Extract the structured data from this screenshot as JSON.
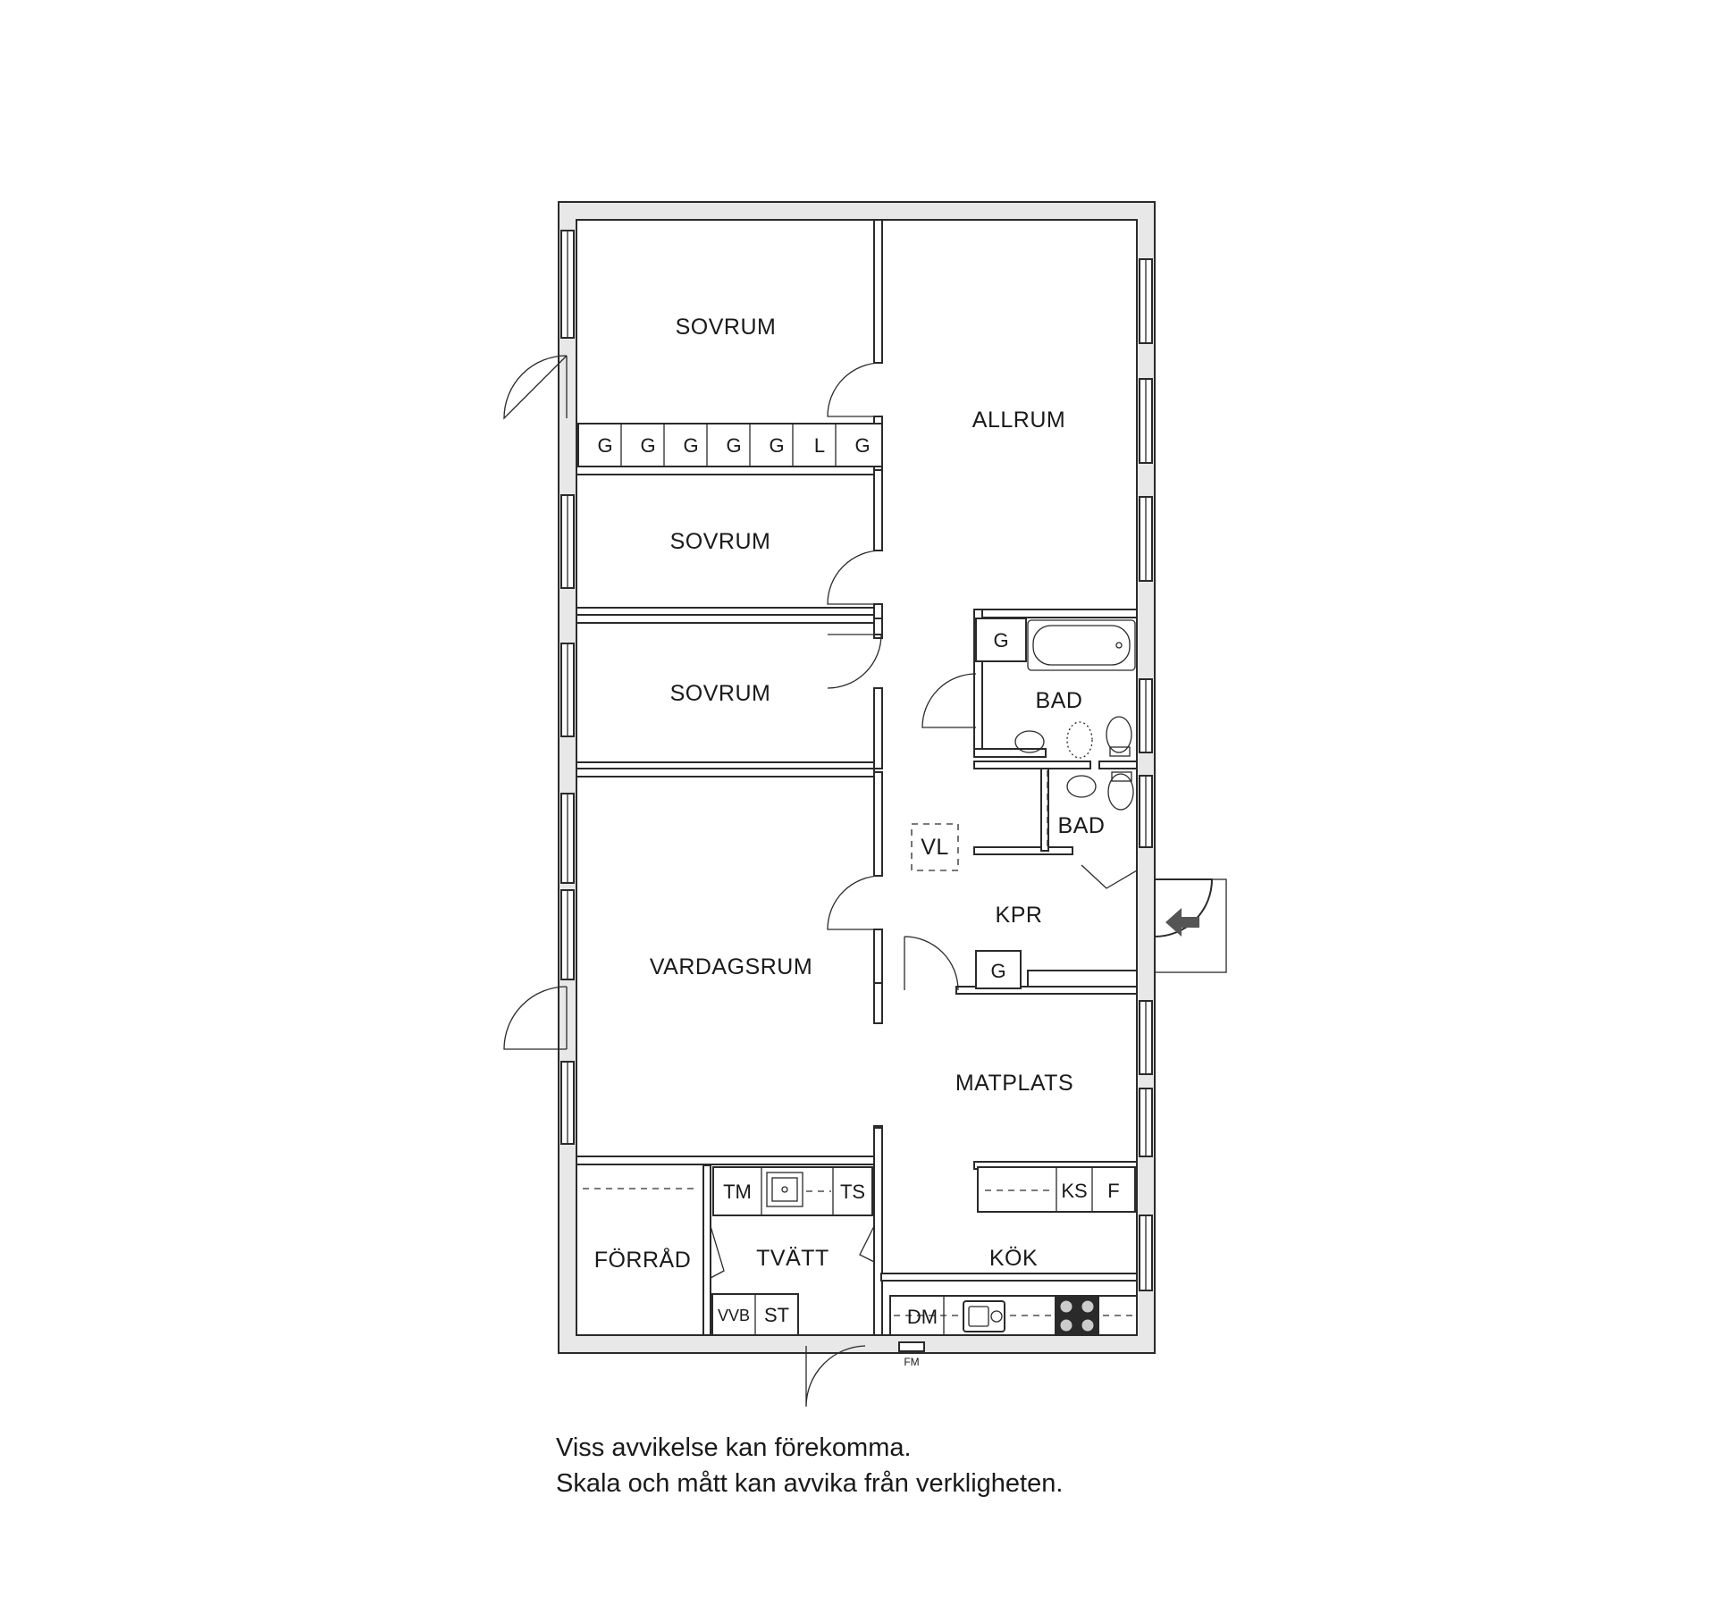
{
  "rooms": {
    "sovrum_1": "SOVRUM",
    "sovrum_2": "SOVRUM",
    "sovrum_3": "SOVRUM",
    "allrum": "ALLRUM",
    "bad_1": "BAD",
    "bad_2": "BAD",
    "vl": "VL",
    "kpr": "KPR",
    "vardagsrum": "VARDAGSRUM",
    "matplats": "MATPLATS",
    "forrad": "FÖRRÅD",
    "tvatt": "TVÄTT",
    "kok": "KÖK"
  },
  "closets": {
    "row": [
      "G",
      "G",
      "G",
      "G",
      "G",
      "L",
      "G"
    ],
    "bath": "G",
    "hall": "G"
  },
  "fixtures": {
    "tm": "TM",
    "ts": "TS",
    "vvb": "VVB",
    "st": "ST",
    "dm": "DM",
    "ks": "KS",
    "f": "F",
    "fm": "FM"
  },
  "icons": {
    "entrance": "arrow-left-icon"
  },
  "disclaimer": {
    "line1": "Viss avvikelse kan förekomma.",
    "line2": "Skala och mått kan avvika från verkligheten."
  }
}
